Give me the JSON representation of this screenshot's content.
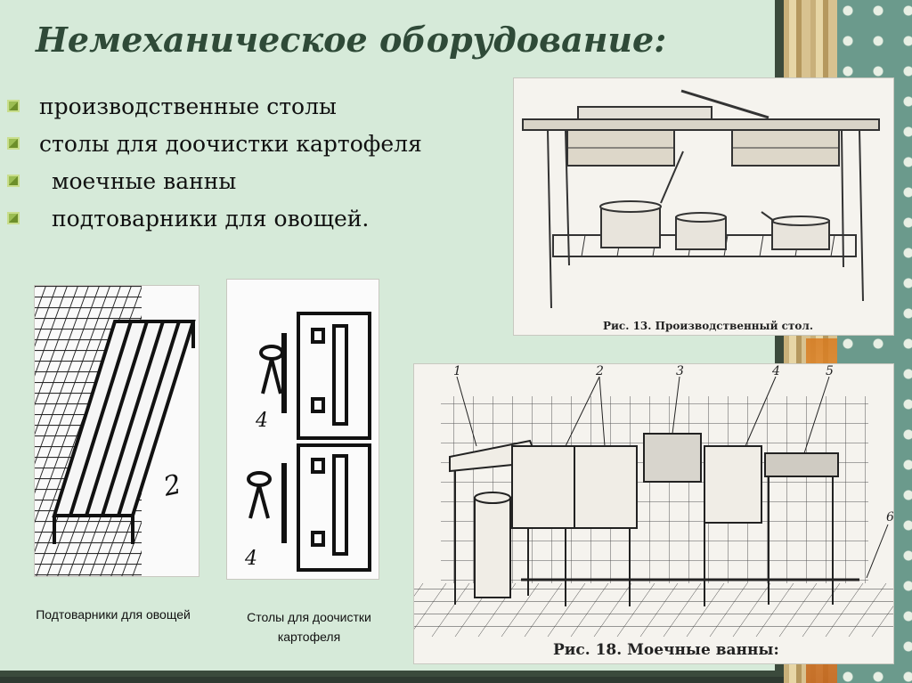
{
  "slide": {
    "title": "Немеханическое оборудование:",
    "bullets": [
      "производственные столы",
      "столы для доочистки картофеля",
      "моечные ванны",
      "подтоварники для овощей."
    ]
  },
  "figures": {
    "production_table": {
      "caption": "Рис. 13. Производственный стол."
    },
    "pallet": {
      "label_number": "2",
      "caption": "Подтоварники для овощей"
    },
    "peeling_tables": {
      "label_numbers": [
        "4",
        "4"
      ],
      "caption_line1": "Столы для доочистки",
      "caption_line2": "картофеля"
    },
    "wash_tubs": {
      "caption": "Рис. 18. Моечные ванны:",
      "callouts": [
        "1",
        "2",
        "3",
        "4",
        "5",
        "6"
      ]
    }
  },
  "colors": {
    "slide_bg": "#d6ead9",
    "title": "#2f4a38",
    "bullet_icon": "#9bbd52",
    "frame": "#3b4a3c"
  }
}
